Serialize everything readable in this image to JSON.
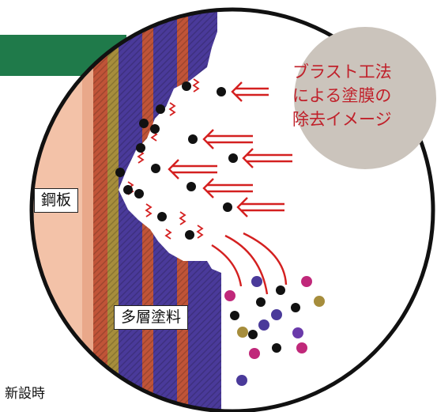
{
  "colors": {
    "banner": "#1f7a4a",
    "steel": "#f3c2a8",
    "coating_purple": "#4a3a9a",
    "coating_red": "#c05438",
    "coating_olive": "#a68d3c",
    "arrow": "#d42020",
    "bubble": "#cbc4bc",
    "bubble_text": "#c0202a"
  },
  "labels": {
    "steel_plate": "鋼板",
    "multilayer_coating": "多層塗料",
    "caption": "新設時"
  },
  "bubble": {
    "line1": "ブラスト工法",
    "line2": "による塗膜の",
    "line3": "除去イメージ"
  },
  "icons": {
    "abrasive": "black-particle-icon",
    "debris": "colored-particle-icon",
    "impact": "zigzag-impact-icon",
    "blast": "double-arrow-icon"
  }
}
